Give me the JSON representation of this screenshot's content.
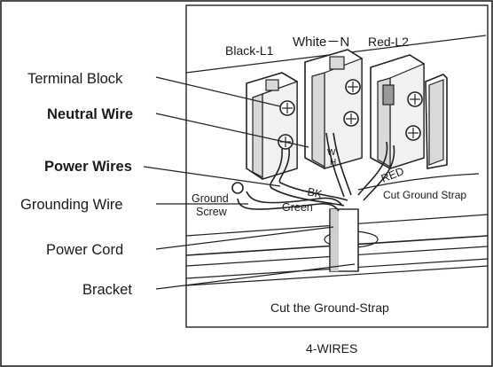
{
  "wire_labels": {
    "black": "Black-L1",
    "white": "White－N",
    "red": "Red-L2"
  },
  "callouts": {
    "terminal_block": "Terminal Block",
    "neutral_wire": "Neutral Wire",
    "power_wires": "Power Wires",
    "grounding_wire": "Grounding Wire",
    "power_cord": "Power Cord",
    "bracket": "Bracket"
  },
  "inline_labels": {
    "ground_screw_line1": "Ground",
    "ground_screw_line2": "Screw",
    "green": "Green",
    "bk": "BK",
    "wh_w": "W",
    "wh_h": "H",
    "red": "RED",
    "cut_ground_strap": "Cut Ground Strap",
    "cut_the_ground_strap": "Cut the Ground-Strap"
  },
  "caption": "4-WIRES"
}
